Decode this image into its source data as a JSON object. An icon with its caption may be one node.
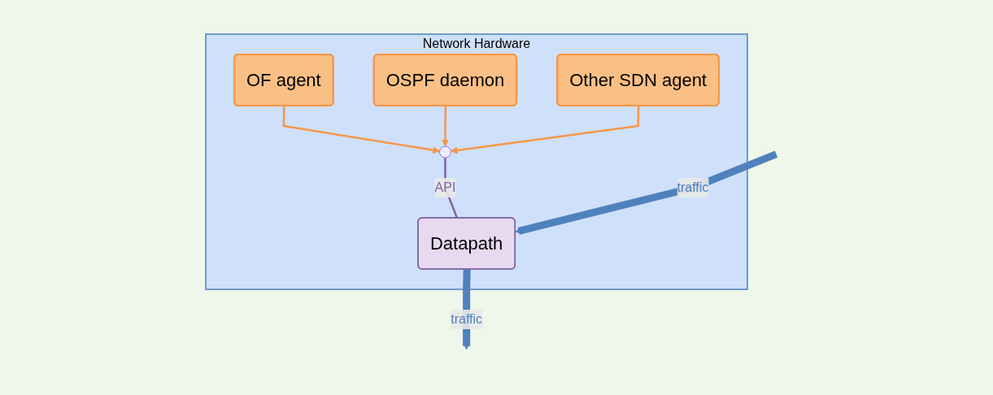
{
  "diagram": {
    "nodes": [
      {
        "text": [
          "Network Hardware"
        ]
      },
      {
        "text": [
          "OF agent"
        ],
        "in": 0
      },
      {
        "text": [
          "OSPF daemon"
        ],
        "in": 0
      },
      {
        "text": [
          "Other SDN agent"
        ],
        "in": 0
      },
      {
        "text": [],
        "shape": "circle",
        "in": 0
      },
      {
        "text": [
          "Datapath"
        ],
        "in": 0
      }
    ],
    "edges": [
      {
        "from": 1,
        "to": 4,
        "arrow": "to"
      },
      {
        "from": 2,
        "to": 4,
        "arrow": "to"
      },
      {
        "from": 3,
        "to": 4,
        "arrow": "to"
      },
      {
        "from": 4,
        "to": 5,
        "arrow": "none",
        "label": "API",
        "color": "#8064a2"
      },
      {
        "from": null,
        "to": 5,
        "arrow": "to",
        "label": "traffic",
        "style": "thick",
        "color": "#4f81bd"
      },
      {
        "from": 5,
        "to": null,
        "arrow": "to",
        "label": "traffic",
        "style": "thick",
        "color": "#4f81bd"
      }
    ]
  }
}
